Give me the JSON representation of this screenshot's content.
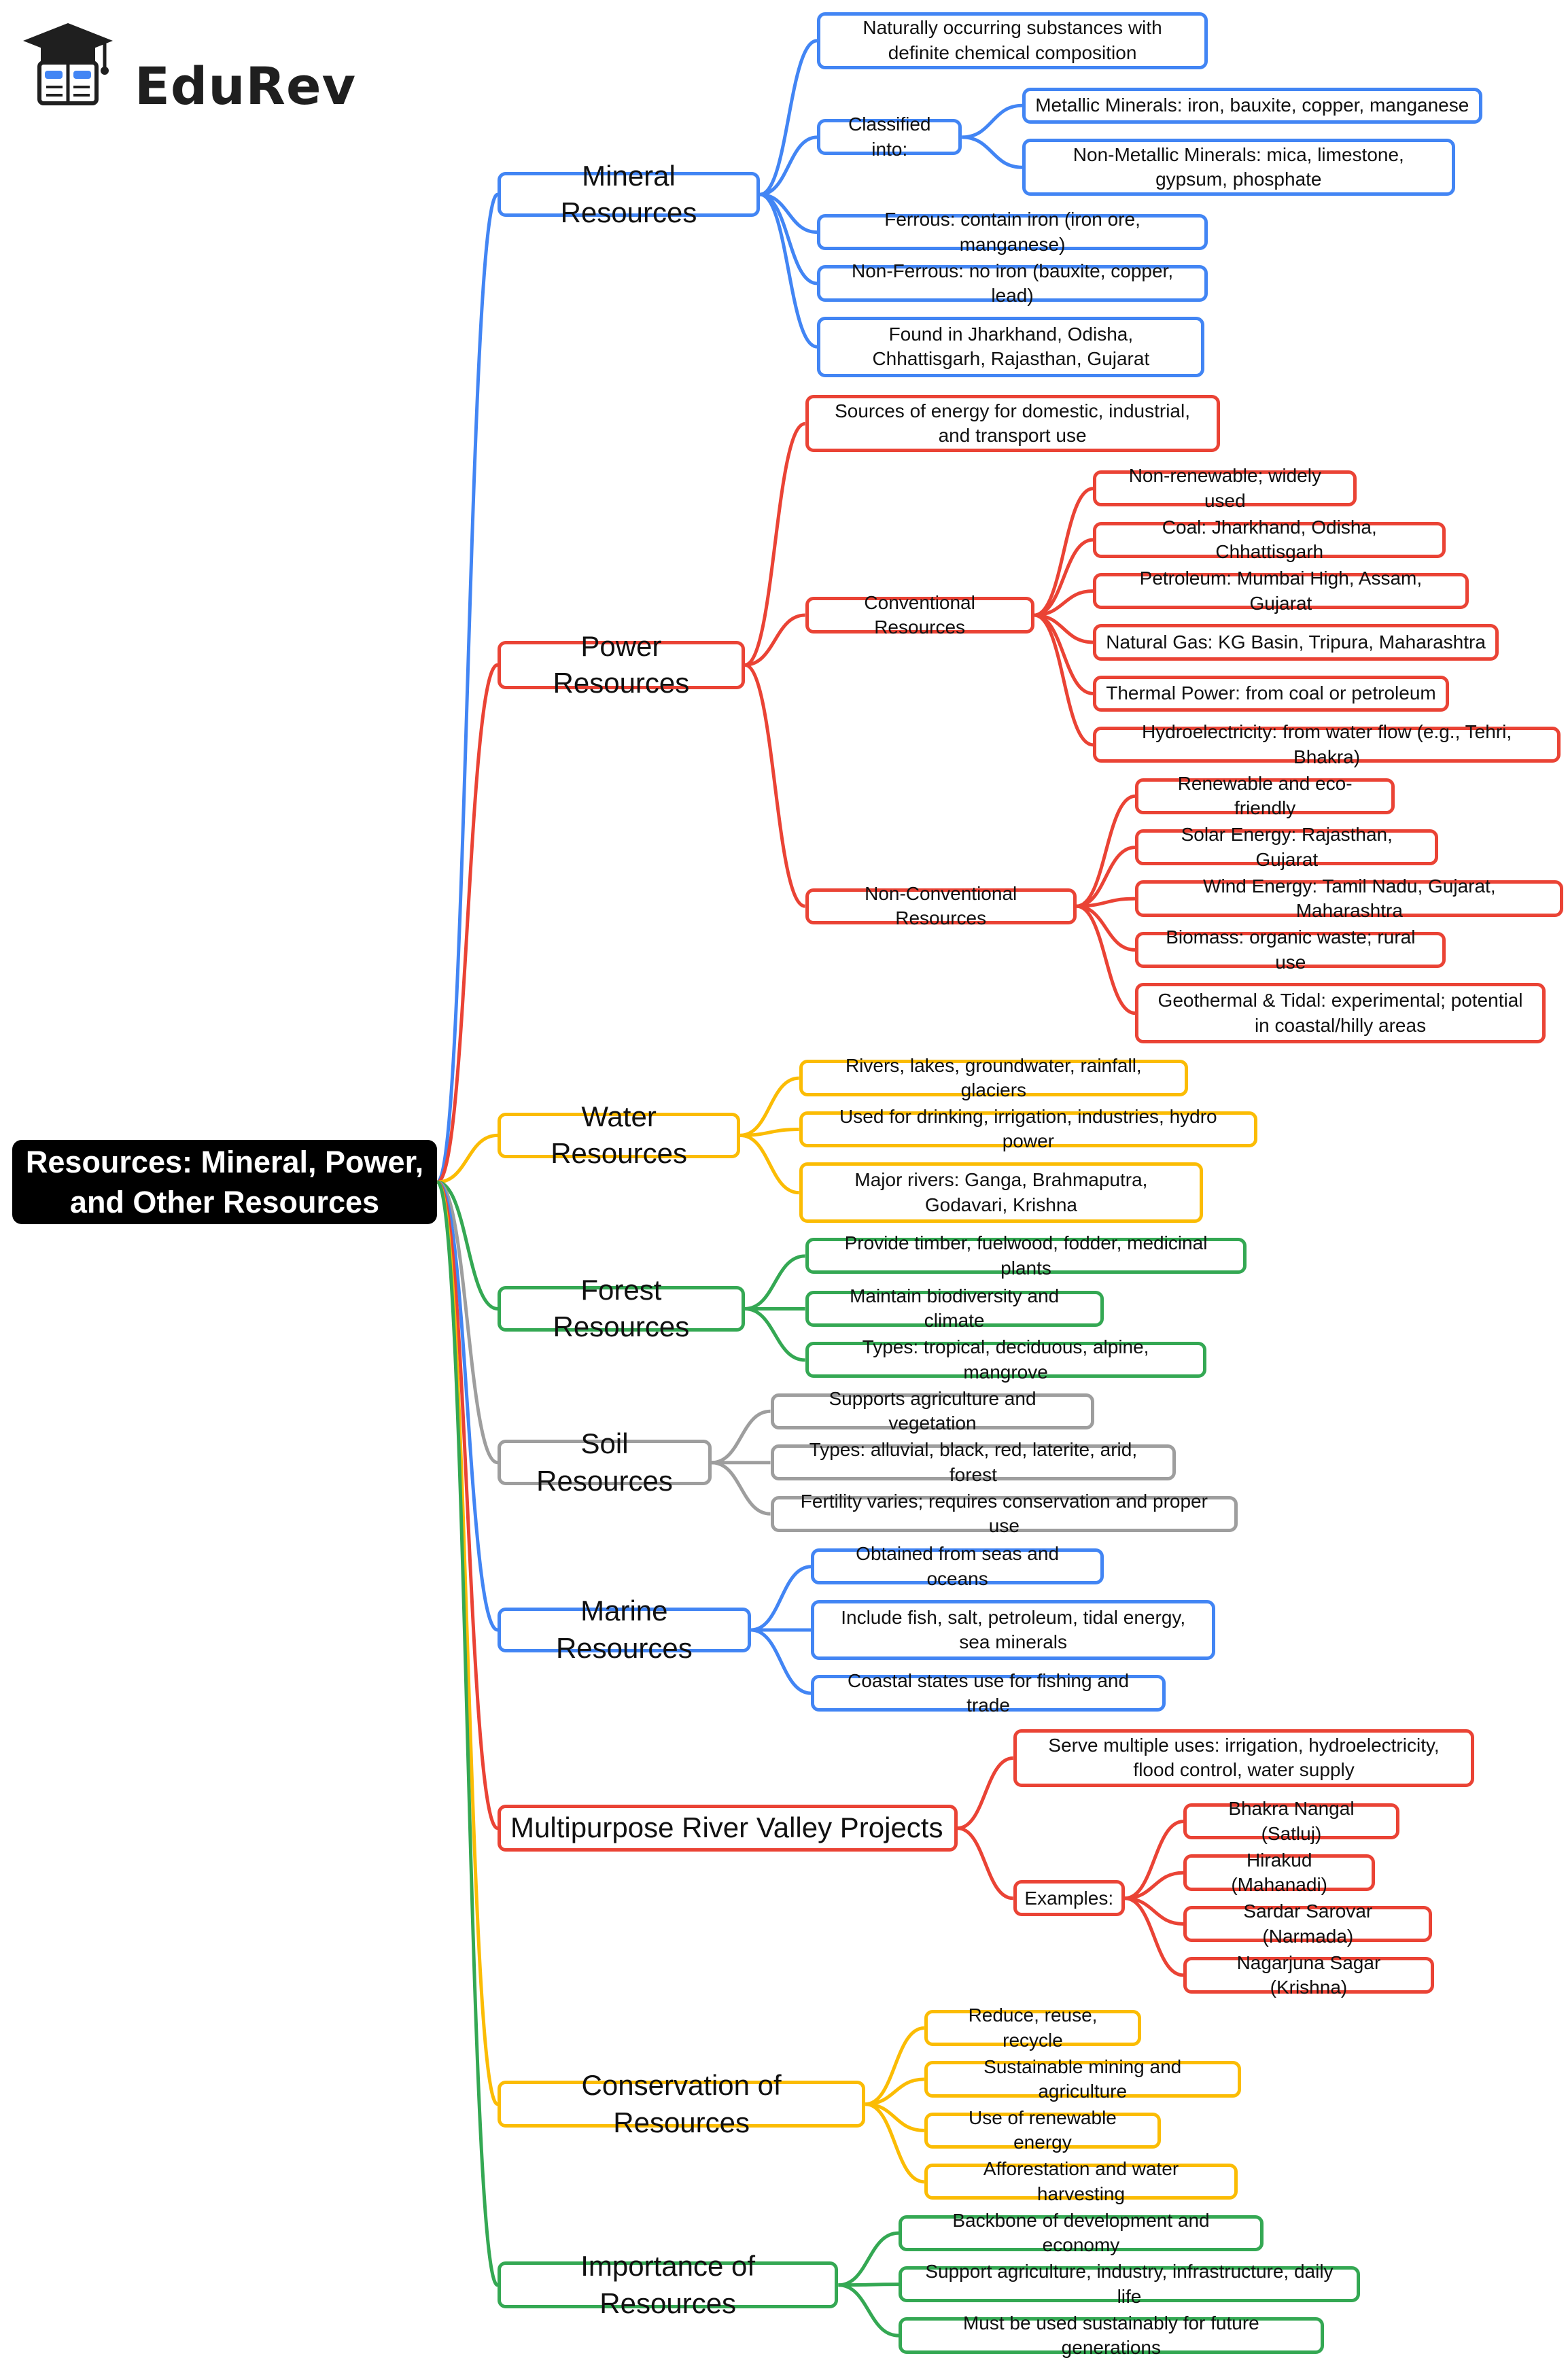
{
  "brand": {
    "name": "EduRev",
    "icon": "graduation-cap-book-icon",
    "text_color": "#1f1f1f"
  },
  "colors": {
    "blue": "#4285f4",
    "red": "#ea4335",
    "yellow": "#fbbc04",
    "green": "#34a853",
    "gray": "#9e9e9e",
    "root_fill": "#000000"
  },
  "mindmap": {
    "root": "Resources: Mineral, Power, and Other Resources",
    "branches": [
      {
        "id": "mineral",
        "label": "Mineral Resources",
        "color": "blue",
        "children": [
          {
            "label": "Naturally occurring substances with definite chemical composition"
          },
          {
            "label": "Classified into:",
            "children": [
              {
                "label": "Metallic Minerals: iron, bauxite, copper, manganese"
              },
              {
                "label": "Non-Metallic Minerals: mica, limestone, gypsum, phosphate"
              }
            ]
          },
          {
            "label": "Ferrous: contain iron (iron ore, manganese)"
          },
          {
            "label": "Non-Ferrous: no iron (bauxite, copper, lead)"
          },
          {
            "label": "Found in Jharkhand, Odisha, Chhattisgarh, Rajasthan, Gujarat"
          }
        ]
      },
      {
        "id": "power",
        "label": "Power Resources",
        "color": "red",
        "children": [
          {
            "label": "Sources of energy for domestic, industrial, and transport use"
          },
          {
            "label": "Conventional Resources",
            "children": [
              {
                "label": "Non-renewable; widely used"
              },
              {
                "label": "Coal: Jharkhand, Odisha, Chhattisgarh"
              },
              {
                "label": "Petroleum: Mumbai High, Assam, Gujarat"
              },
              {
                "label": "Natural Gas: KG Basin, Tripura, Maharashtra"
              },
              {
                "label": "Thermal Power: from coal or petroleum"
              },
              {
                "label": "Hydroelectricity: from water flow (e.g., Tehri, Bhakra)"
              }
            ]
          },
          {
            "label": "Non-Conventional Resources",
            "children": [
              {
                "label": "Renewable and eco-friendly"
              },
              {
                "label": "Solar Energy: Rajasthan, Gujarat"
              },
              {
                "label": "Wind Energy: Tamil Nadu, Gujarat, Maharashtra"
              },
              {
                "label": "Biomass: organic waste; rural use"
              },
              {
                "label": "Geothermal & Tidal: experimental; potential in coastal/hilly areas"
              }
            ]
          }
        ]
      },
      {
        "id": "water",
        "label": "Water Resources",
        "color": "yellow",
        "children": [
          {
            "label": "Rivers, lakes, groundwater, rainfall, glaciers"
          },
          {
            "label": "Used for drinking, irrigation, industries, hydro power"
          },
          {
            "label": "Major rivers: Ganga, Brahmaputra, Godavari, Krishna"
          }
        ]
      },
      {
        "id": "forest",
        "label": "Forest Resources",
        "color": "green",
        "children": [
          {
            "label": "Provide timber, fuelwood, fodder, medicinal plants"
          },
          {
            "label": "Maintain biodiversity and climate"
          },
          {
            "label": "Types: tropical, deciduous, alpine, mangrove"
          }
        ]
      },
      {
        "id": "soil",
        "label": "Soil Resources",
        "color": "gray",
        "children": [
          {
            "label": "Supports agriculture and vegetation"
          },
          {
            "label": "Types: alluvial, black, red, laterite, arid, forest"
          },
          {
            "label": "Fertility varies; requires conservation and proper use"
          }
        ]
      },
      {
        "id": "marine",
        "label": "Marine Resources",
        "color": "blue",
        "children": [
          {
            "label": "Obtained from seas and oceans"
          },
          {
            "label": "Include fish, salt, petroleum, tidal energy, sea minerals"
          },
          {
            "label": "Coastal states use for fishing and trade"
          }
        ]
      },
      {
        "id": "river-valley",
        "label": "Multipurpose River Valley Projects",
        "color": "red",
        "children": [
          {
            "label": "Serve multiple uses: irrigation, hydroelectricity, flood control, water supply"
          },
          {
            "label": "Examples:",
            "children": [
              {
                "label": "Bhakra Nangal (Satluj)"
              },
              {
                "label": "Hirakud (Mahanadi)"
              },
              {
                "label": "Sardar Sarovar (Narmada)"
              },
              {
                "label": "Nagarjuna Sagar (Krishna)"
              }
            ]
          }
        ]
      },
      {
        "id": "conservation",
        "label": "Conservation of Resources",
        "color": "yellow",
        "children": [
          {
            "label": "Reduce, reuse, recycle"
          },
          {
            "label": "Sustainable mining and agriculture"
          },
          {
            "label": "Use of renewable energy"
          },
          {
            "label": "Afforestation and water harvesting"
          }
        ]
      },
      {
        "id": "importance",
        "label": "Importance of Resources",
        "color": "green",
        "children": [
          {
            "label": "Backbone of development and economy"
          },
          {
            "label": "Support agriculture, industry, infrastructure, daily life"
          },
          {
            "label": "Must be used sustainably for future generations"
          }
        ]
      }
    ]
  }
}
